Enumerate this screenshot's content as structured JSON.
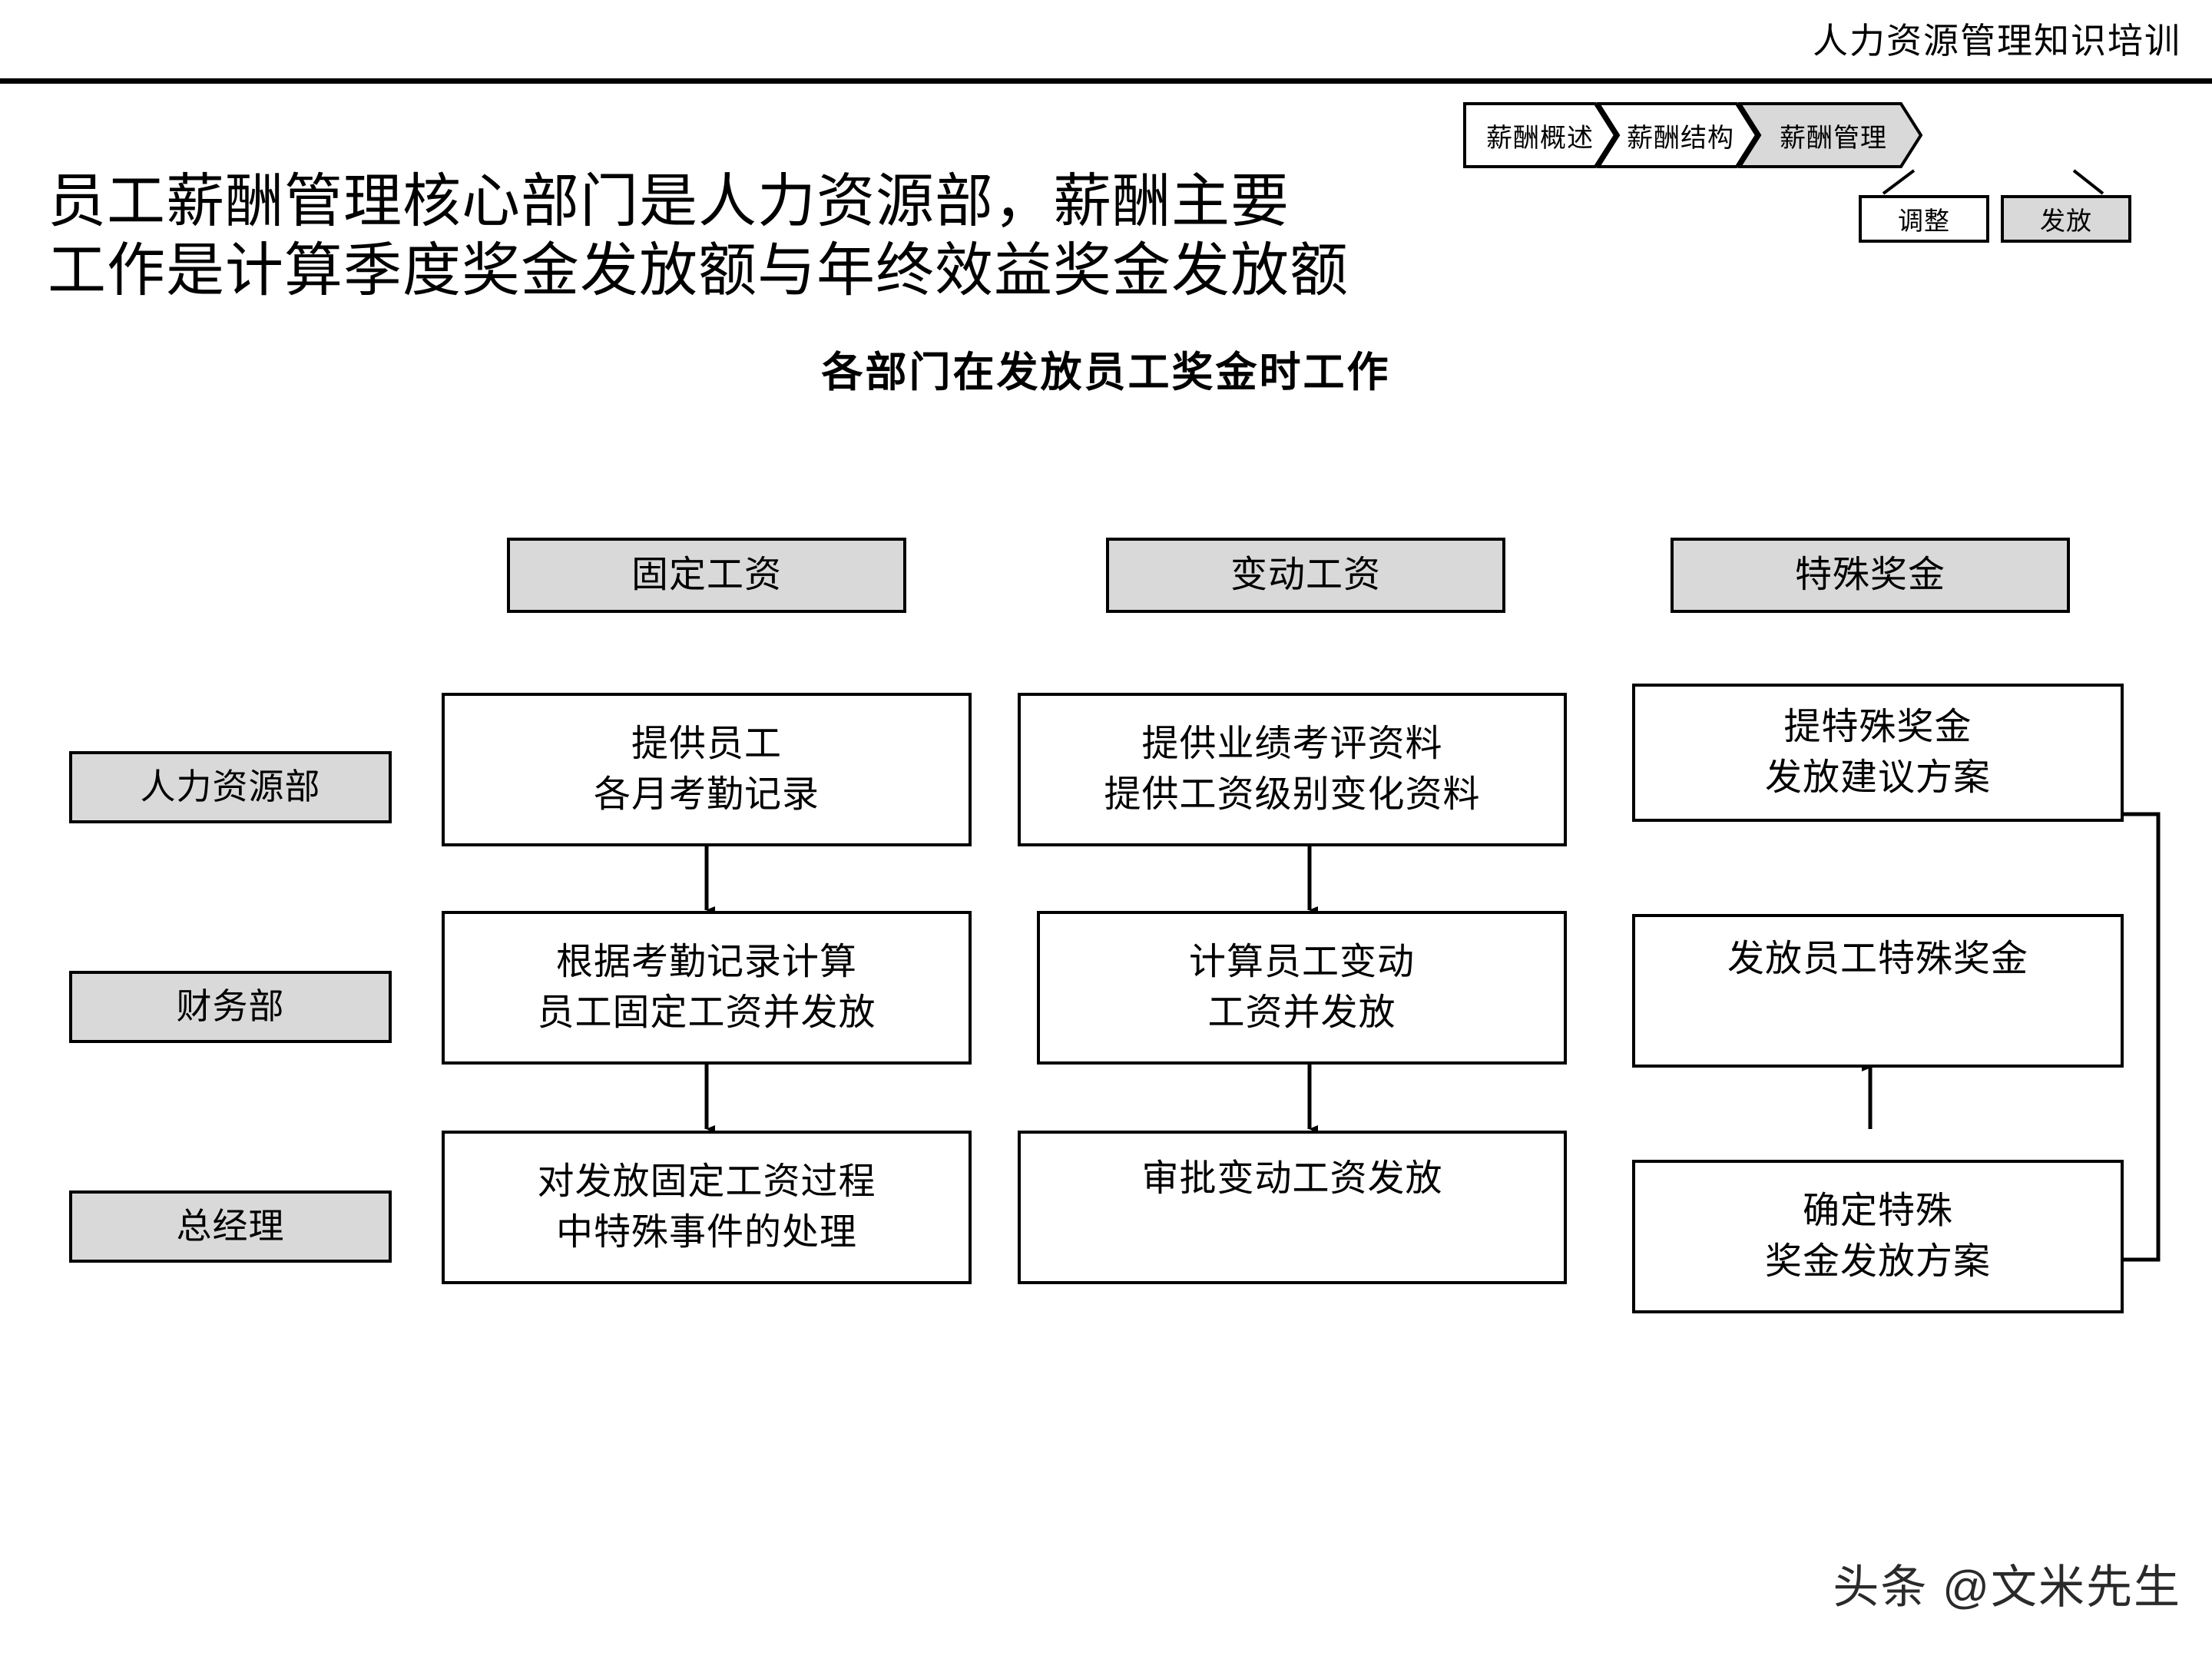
{
  "header": {
    "title": "人力资源管理知识培训"
  },
  "breadcrumb": {
    "items": [
      {
        "label": "薪酬概述",
        "active": false
      },
      {
        "label": "薪酬结构",
        "active": false
      },
      {
        "label": "薪酬管理",
        "active": true
      }
    ],
    "sub_items": [
      {
        "label": "调整",
        "active": false
      },
      {
        "label": "发放",
        "active": true
      }
    ]
  },
  "slide": {
    "title_line1": "员工薪酬管理核心部门是人力资源部，薪酬主要",
    "title_line2": "工作是计算季度奖金发放额与年终效益奖金发放额",
    "subtitle": "各部门在发放员工奖金时工作"
  },
  "matrix": {
    "column_headers": [
      {
        "label": "固定工资"
      },
      {
        "label": "变动工资"
      },
      {
        "label": "特殊奖金"
      }
    ],
    "row_labels": [
      {
        "label": "人力资源部"
      },
      {
        "label": "财务部"
      },
      {
        "label": "总经理"
      }
    ],
    "cells": {
      "fixed_hr": {
        "line1": "提供员工",
        "line2": "各月考勤记录"
      },
      "fixed_finance": {
        "line1": "根据考勤记录计算",
        "line2": "员工固定工资并发放"
      },
      "fixed_gm": {
        "line1": "对发放固定工资过程",
        "line2": "中特殊事件的处理"
      },
      "variable_hr": {
        "line1": "提供业绩考评资料",
        "line2": "提供工资级别变化资料"
      },
      "variable_finance": {
        "line1": "计算员工变动",
        "line2": "工资并发放"
      },
      "variable_gm": {
        "line1": "审批变动工资发放",
        "line2": ""
      },
      "special_hr": {
        "line1": "提特殊奖金",
        "line2": "发放建议方案"
      },
      "special_finance": {
        "line1": "发放员工特殊奖金",
        "line2": ""
      },
      "special_gm": {
        "line1": "确定特殊",
        "line2": "奖金发放方案"
      }
    }
  },
  "watermark": {
    "text": "头条 @文米先生"
  },
  "colors": {
    "shaded_fill": "#d9d9d9",
    "stroke": "#000000",
    "background": "#ffffff"
  }
}
